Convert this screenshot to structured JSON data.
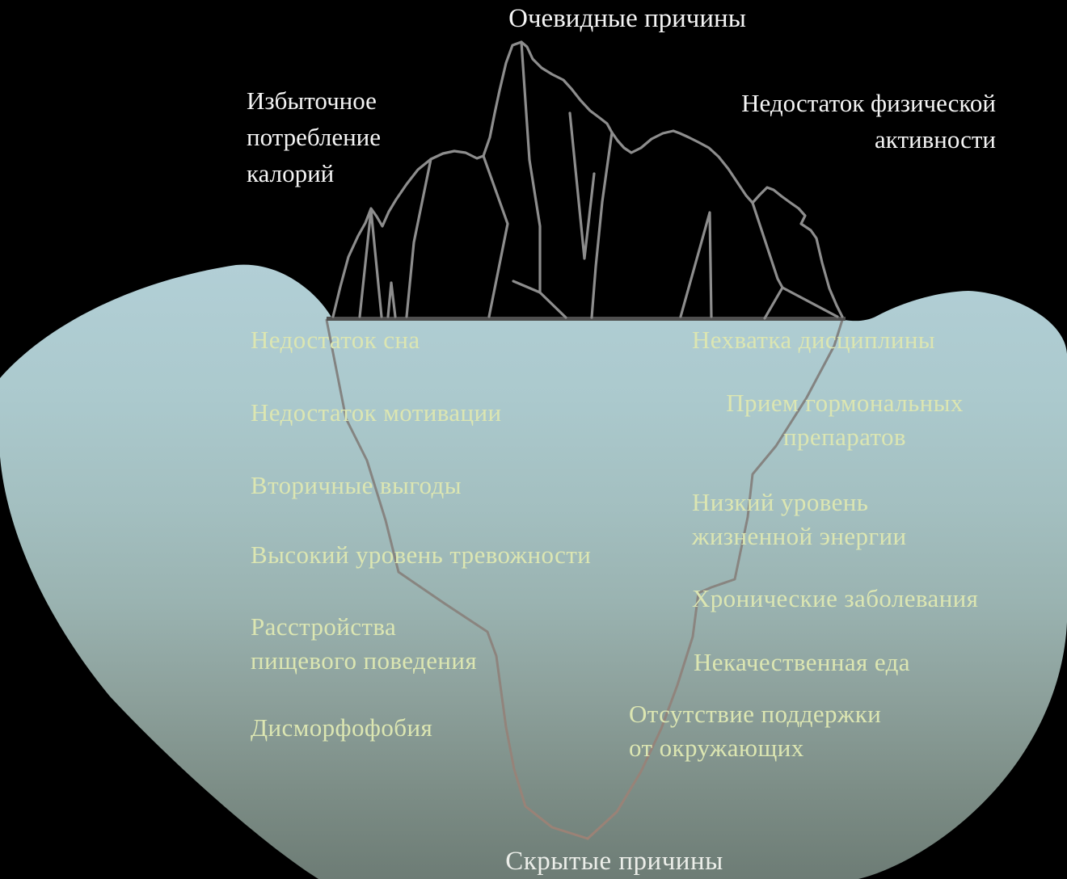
{
  "diagram": {
    "obvious_causes_title": "Очевидные причины",
    "hidden_causes_title": "Скрытые причины"
  },
  "obvious_causes": {
    "left": {
      "lines": [
        "Избыточное",
        "потребление",
        "калорий"
      ]
    },
    "right": {
      "lines": [
        "Недостаток физической",
        "активности"
      ]
    }
  },
  "hidden_causes": {
    "left": [
      {
        "lines": [
          "Недостаток сна"
        ]
      },
      {
        "lines": [
          "Недостаток мотивации"
        ]
      },
      {
        "lines": [
          "Вторичные выгоды"
        ]
      },
      {
        "lines": [
          "Высокий уровень тревожности"
        ]
      },
      {
        "lines": [
          "Расстройства",
          "пищевого поведения"
        ]
      },
      {
        "lines": [
          "Дисморфофобия"
        ]
      }
    ],
    "right": [
      {
        "lines": [
          "Нехватка дисциплины"
        ]
      },
      {
        "lines": [
          "Прием гормональных",
          "препаратов"
        ]
      },
      {
        "lines": [
          "Низкий уровень",
          "жизненной энергии"
        ]
      },
      {
        "lines": [
          "Хронические заболевания"
        ]
      },
      {
        "lines": [
          "Некачественная еда"
        ]
      },
      {
        "lines": [
          "Отсутствие поддержки",
          "от окружающих"
        ]
      }
    ]
  },
  "colors": {
    "background": "#000000",
    "water_top": "#b2cfd6",
    "water_bottom": "#6d7c75",
    "iceberg_line": "#8d8d8d",
    "waterline": "#4f4f4f",
    "underwater_line_top": "#7c7a78",
    "underwater_line_bottom": "#a08275",
    "hidden_text": "#dce6b2",
    "surface_text": "#f5f5f5"
  }
}
